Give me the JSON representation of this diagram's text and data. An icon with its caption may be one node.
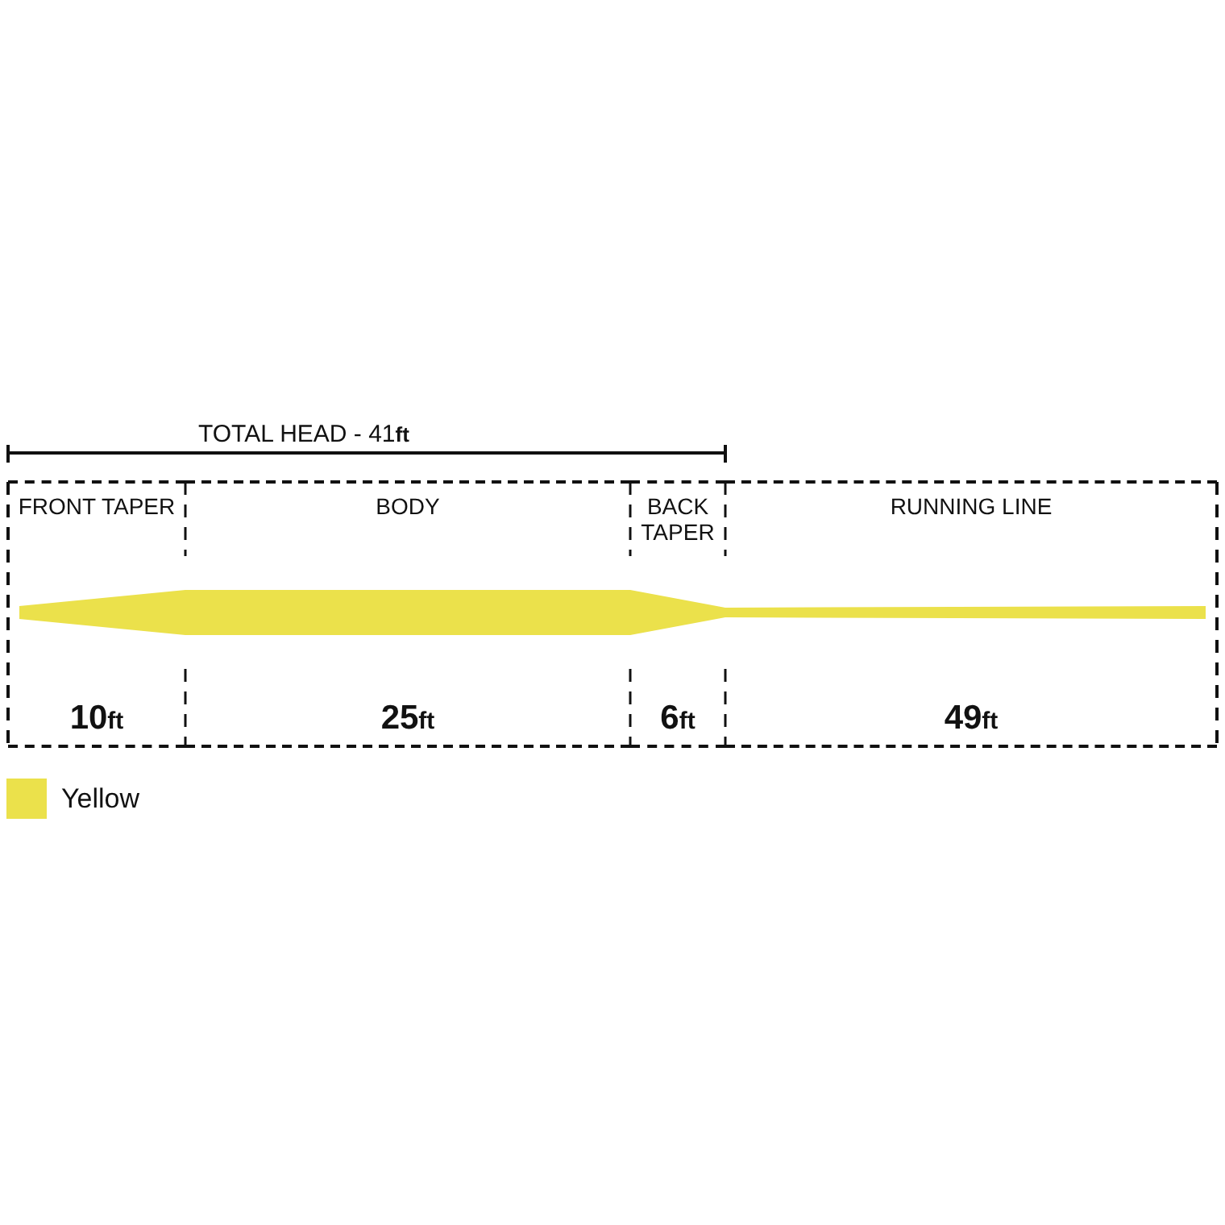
{
  "diagram": {
    "nodes": [
      {
        "text": [
          "FRONT TAPER",
          "10ft"
        ]
      },
      {
        "text": [
          "BODY",
          "25ft"
        ]
      },
      {
        "text": [
          "BACK TAPER",
          "6ft"
        ]
      },
      {
        "text": [
          "RUNNING LINE",
          "49ft"
        ]
      }
    ],
    "labels": [
      "TOTAL HEAD - 41ft"
    ],
    "legend": [
      {
        "text": "Yellow",
        "color": "#ebe14b"
      }
    ]
  }
}
